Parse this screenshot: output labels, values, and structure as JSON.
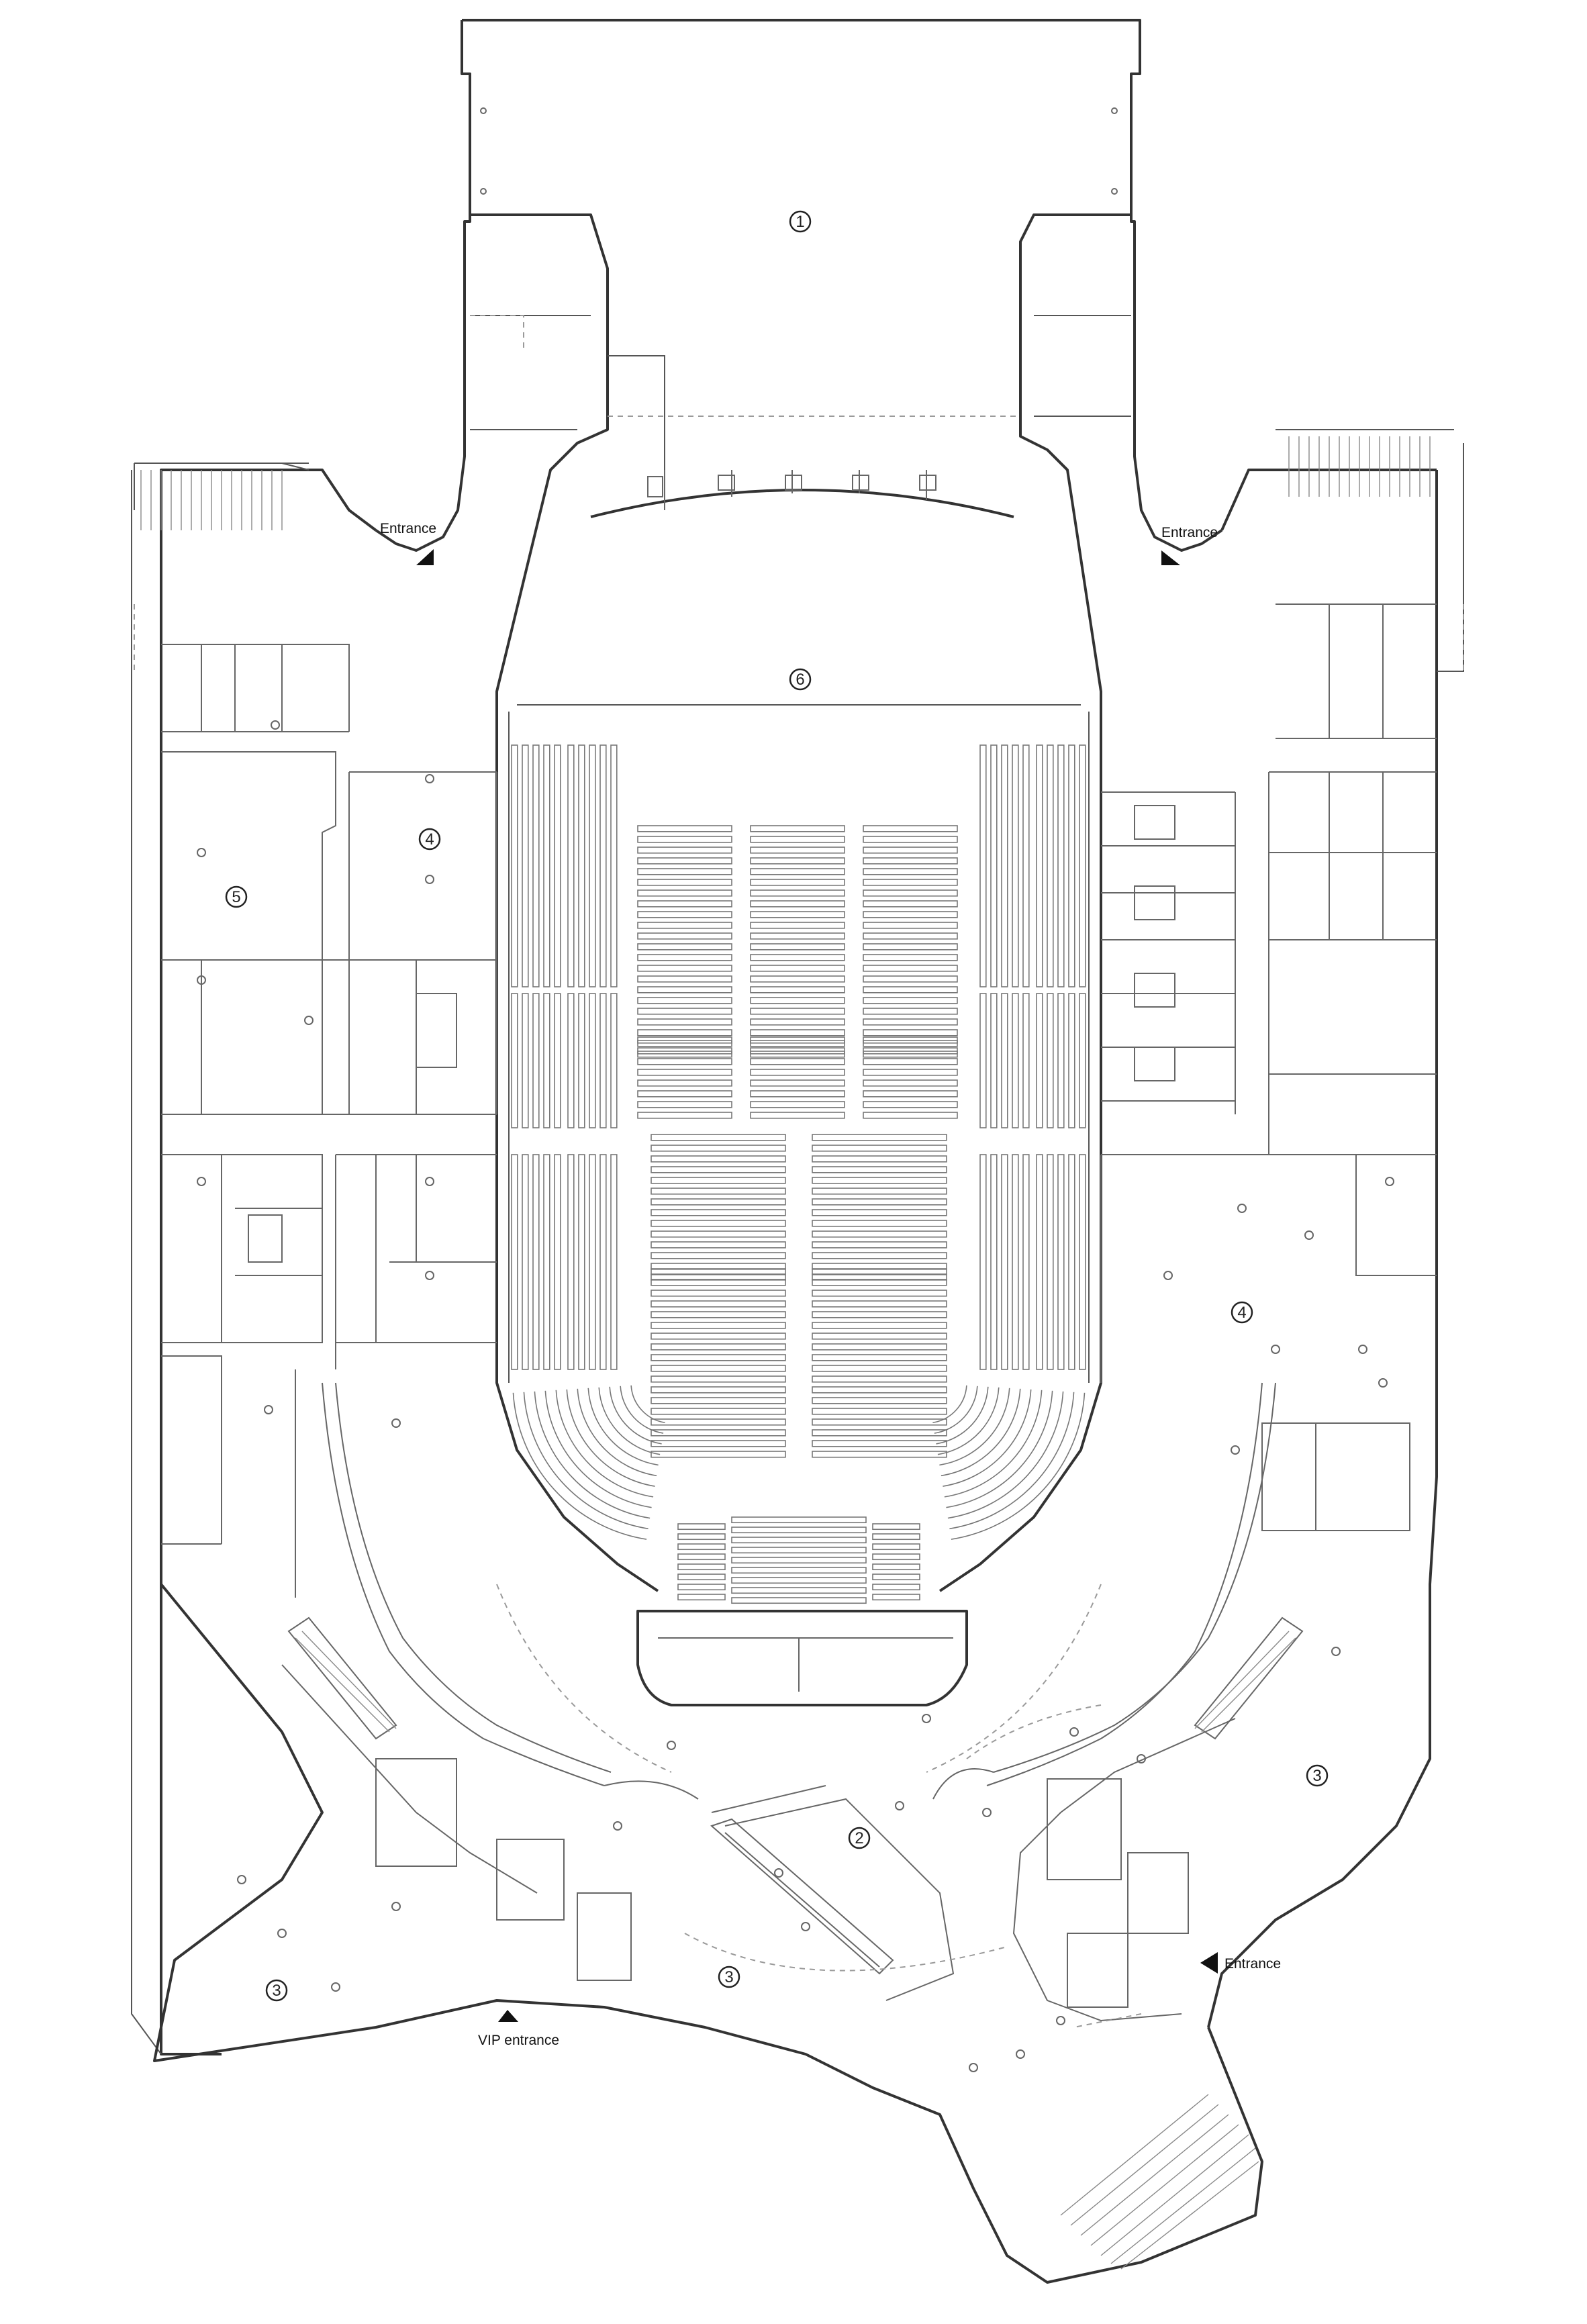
{
  "rooms": [
    {
      "id": "room-1",
      "number": "1"
    },
    {
      "id": "room-6",
      "number": "6"
    },
    {
      "id": "room-4-left",
      "number": "4"
    },
    {
      "id": "room-5",
      "number": "5"
    },
    {
      "id": "room-4-right",
      "number": "4"
    },
    {
      "id": "room-2",
      "number": "2"
    },
    {
      "id": "room-3-right",
      "number": "3"
    },
    {
      "id": "room-3-center",
      "number": "3"
    },
    {
      "id": "room-3-left",
      "number": "3"
    }
  ],
  "entrances": {
    "north_west": "Entrance",
    "north_east": "Entrance",
    "south_east": "Entrance",
    "vip": "VIP entrance"
  },
  "icons": {
    "entrance_marker": "triangle-arrow-icon"
  }
}
